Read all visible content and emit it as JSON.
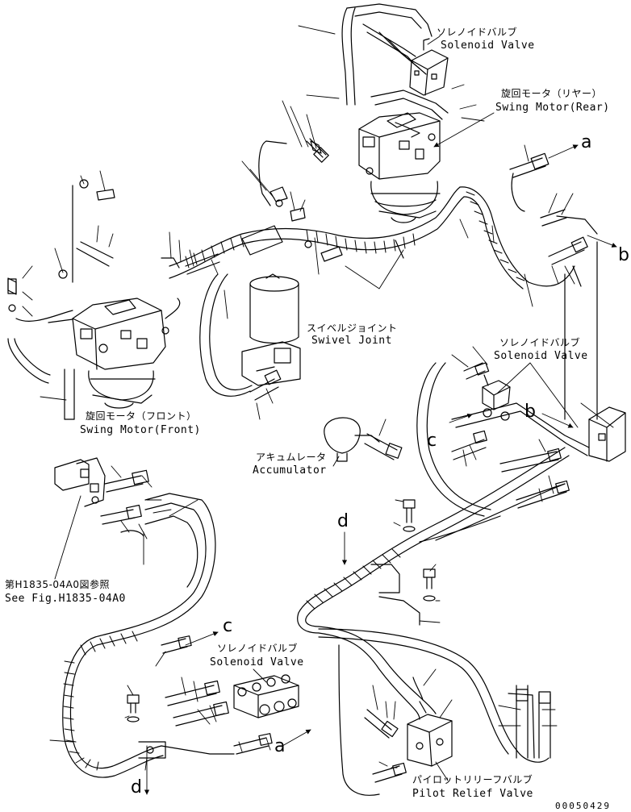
{
  "labels": {
    "solenoid_valve_top": {
      "jp": "ソレノイドバルブ",
      "en": "Solenoid Valve"
    },
    "swing_motor_rear": {
      "jp": "旋回モータ（リヤー）",
      "en": "Swing Motor(Rear)"
    },
    "swivel_joint": {
      "jp": "スイベルジョイント",
      "en": "Swivel Joint"
    },
    "swing_motor_front": {
      "jp": "旋回モータ（フロント）",
      "en": "Swing Motor(Front)"
    },
    "solenoid_valve_mid": {
      "jp": "ソレノイドバルブ",
      "en": "Solenoid Valve"
    },
    "accumulator": {
      "jp": "アキュムレータ",
      "en": "Accumulator"
    },
    "see_fig": {
      "jp": "第H1835-04A0図参照",
      "en": "See Fig.H1835-04A0"
    },
    "solenoid_valve_bottom": {
      "jp": "ソレノイドバルブ",
      "en": "Solenoid Valve"
    },
    "pilot_relief_valve": {
      "jp": "パイロットリリーフバルブ",
      "en": "Pilot Relief Valve"
    }
  },
  "connection_letters": {
    "a_top": "a",
    "b_right": "b",
    "b_mid": "b",
    "c_mid": "c",
    "d_mid": "d",
    "c_bottom": "c",
    "a_bottom": "a",
    "d_bottom": "d"
  },
  "document_number": "00050429"
}
